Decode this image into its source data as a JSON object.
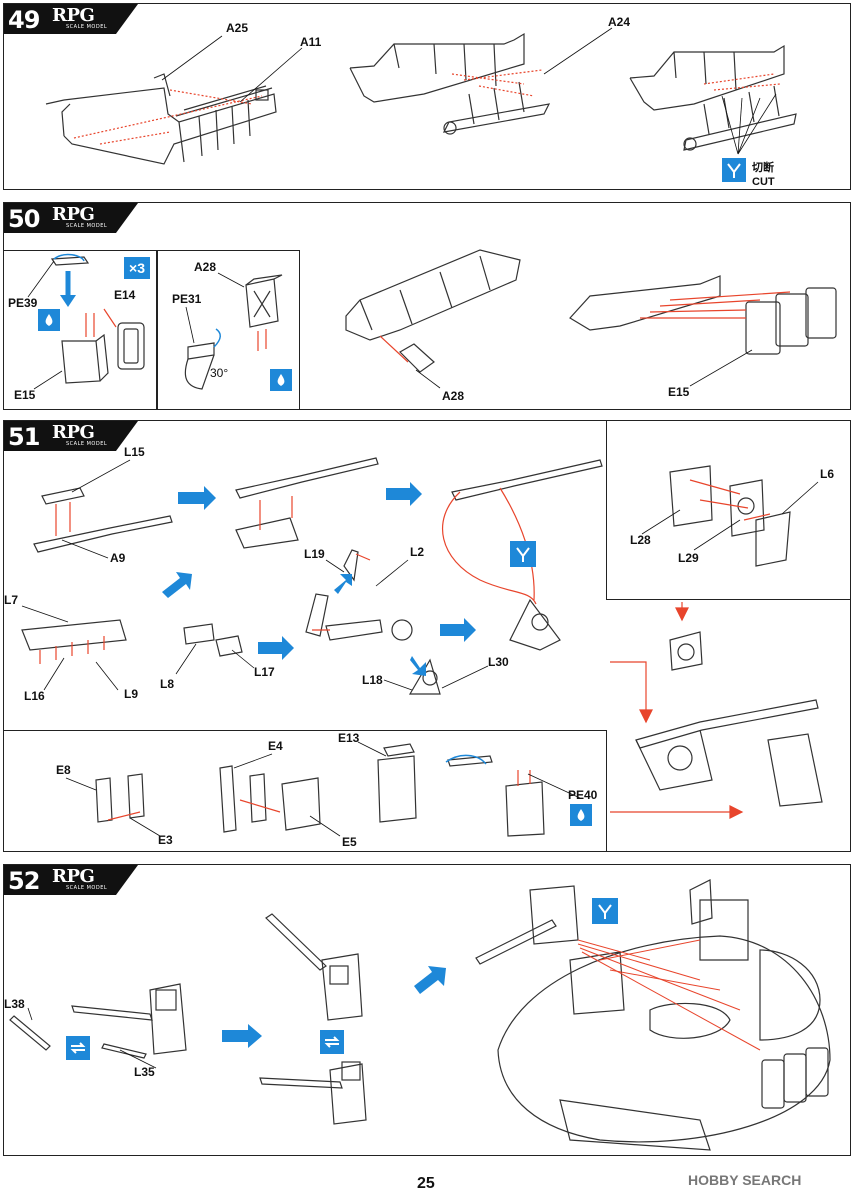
{
  "steps": {
    "s49": {
      "number": "49",
      "brand": "RPG",
      "brand_sub": "SCALE MODEL"
    },
    "s50": {
      "number": "50",
      "brand": "RPG",
      "brand_sub": "SCALE MODEL"
    },
    "s51": {
      "number": "51",
      "brand": "RPG",
      "brand_sub": "SCALE MODEL"
    },
    "s52": {
      "number": "52",
      "brand": "RPG",
      "brand_sub": "SCALE MODEL"
    }
  },
  "labels": {
    "A25": "A25",
    "A11": "A11",
    "A24": "A24",
    "cut_jp": "切断",
    "cut_en": "CUT",
    "x3": "×3",
    "PE39": "PE39",
    "E14": "E14",
    "E15": "E15",
    "A28": "A28",
    "PE31": "PE31",
    "deg30": "30°",
    "A28b": "A28",
    "E15b": "E15",
    "L15": "L15",
    "A9": "A9",
    "L19": "L19",
    "L2": "L2",
    "L7": "L7",
    "L16": "L16",
    "L9": "L9",
    "L8": "L8",
    "L17": "L17",
    "L18": "L18",
    "L30": "L30",
    "L28": "L28",
    "L29": "L29",
    "L6": "L6",
    "E8": "E8",
    "E3": "E3",
    "E4": "E4",
    "E5": "E5",
    "E13": "E13",
    "PE40": "PE40",
    "L38": "L38",
    "L35": "L35"
  },
  "page_number": "25",
  "watermark": "HOBBY SEARCH",
  "colors": {
    "accent_blue": "#1e88d8",
    "arrow_red": "#e8452c",
    "line": "#222222"
  },
  "icons": [
    "cut-icon",
    "glue-icon",
    "repeat-icon",
    "swap-icon",
    "arrow-icon"
  ]
}
